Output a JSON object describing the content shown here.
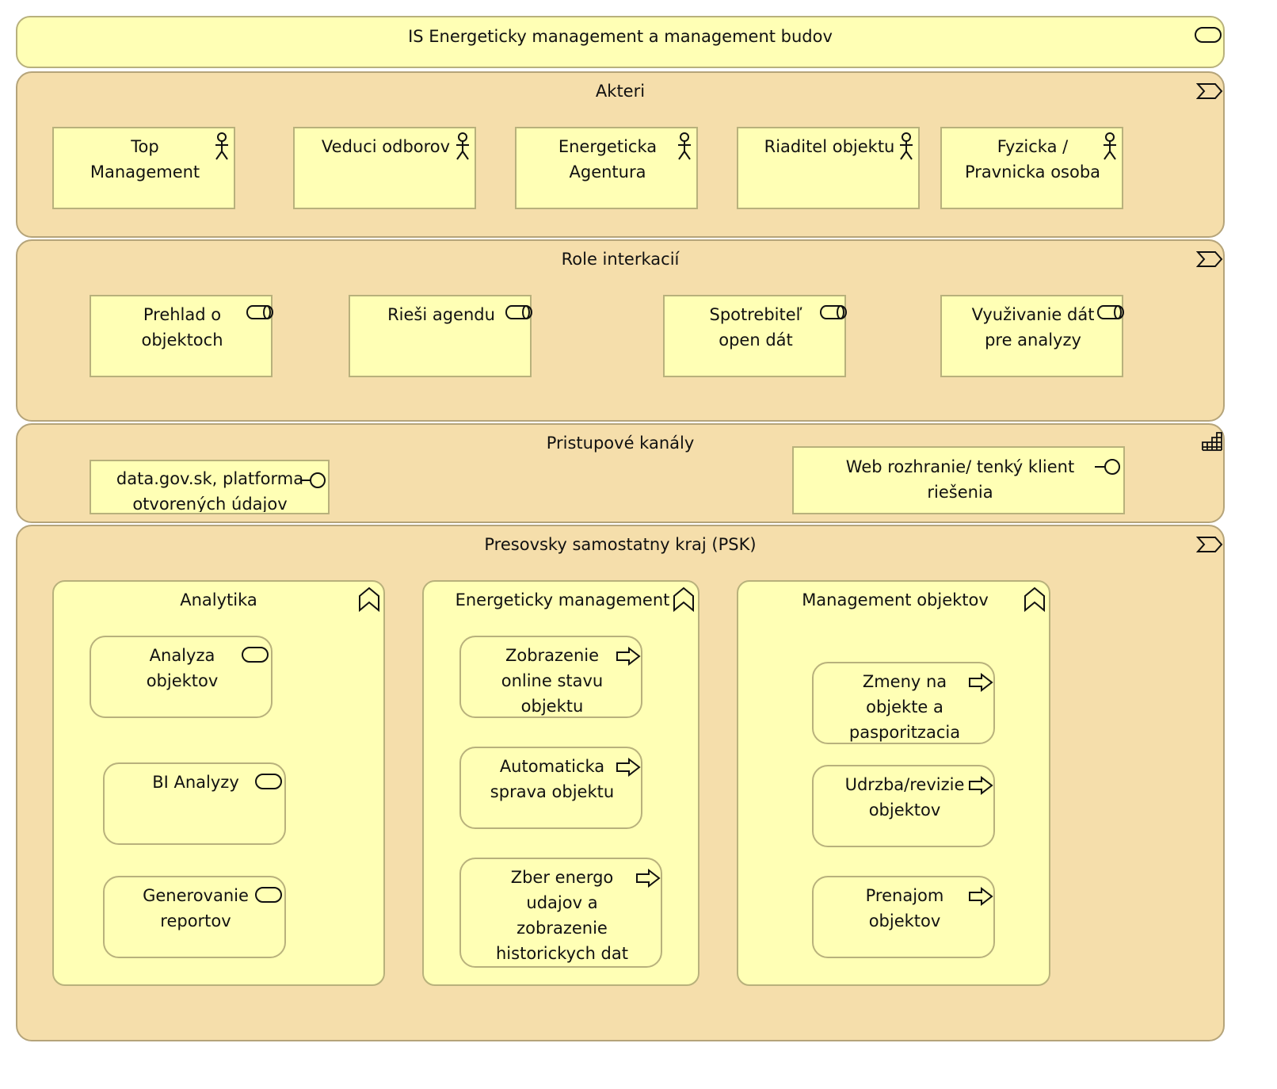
{
  "top": {
    "title": "IS Energeticky management a management budov",
    "icon": "service-icon"
  },
  "akteri": {
    "title": "Akteri",
    "icon": "chevron-icon",
    "actors": [
      {
        "label": "Top\nManagement",
        "icon": "actor-icon"
      },
      {
        "label": "Veduci odborov",
        "icon": "actor-icon"
      },
      {
        "label": "Energeticka\nAgentura",
        "icon": "actor-icon"
      },
      {
        "label": "Riaditel objektu",
        "icon": "actor-icon"
      },
      {
        "label": "Fyzicka /\nPravnicka osoba",
        "icon": "actor-icon"
      }
    ]
  },
  "roles": {
    "title": "Role interkacií",
    "icon": "chevron-icon",
    "items": [
      {
        "label": "Prehlad o\nobjektoch",
        "icon": "role-icon"
      },
      {
        "label": "Rieši agendu",
        "icon": "role-icon"
      },
      {
        "label": "Spotrebiteľ\nopen dát",
        "icon": "role-icon"
      },
      {
        "label": "Využivanie dát\npre analyzy",
        "icon": "role-icon"
      }
    ]
  },
  "channels": {
    "title": "Pristupové kanály",
    "icon": "facility-icon",
    "items": [
      {
        "label": "data.gov.sk, platforma\notvorených údajov",
        "icon": "interface-icon"
      },
      {
        "label": "Web rozhranie/ tenký klient\nriešenia",
        "icon": "interface-icon"
      }
    ]
  },
  "psk": {
    "title": "Presovsky samostatny kraj (PSK)",
    "icon": "chevron-icon",
    "analytika": {
      "title": "Analytika",
      "icon": "function-icon",
      "items": [
        {
          "label": "Analyza\nobjektov",
          "icon": "service-icon"
        },
        {
          "label": "BI Analyzy",
          "icon": "service-icon"
        },
        {
          "label": "Generovanie\nreportov",
          "icon": "service-icon"
        }
      ]
    },
    "energeticky": {
      "title": "Energeticky management",
      "icon": "function-icon",
      "items": [
        {
          "label": "Zobrazenie\nonline stavu\nobjektu",
          "icon": "process-icon"
        },
        {
          "label": "Automaticka\nsprava objektu",
          "icon": "process-icon"
        },
        {
          "label": "Zber energo\nudajov a\nzobrazenie\nhistorickych dat",
          "icon": "process-icon"
        }
      ]
    },
    "management": {
      "title": "Management objektov",
      "icon": "function-icon",
      "items": [
        {
          "label": "Zmeny na\nobjekte a\npasporitzacia",
          "icon": "process-icon"
        },
        {
          "label": "Udrzba/revizie\nobjektov",
          "icon": "process-icon"
        },
        {
          "label": "Prenajom\nobjektov",
          "icon": "process-icon"
        }
      ]
    }
  }
}
